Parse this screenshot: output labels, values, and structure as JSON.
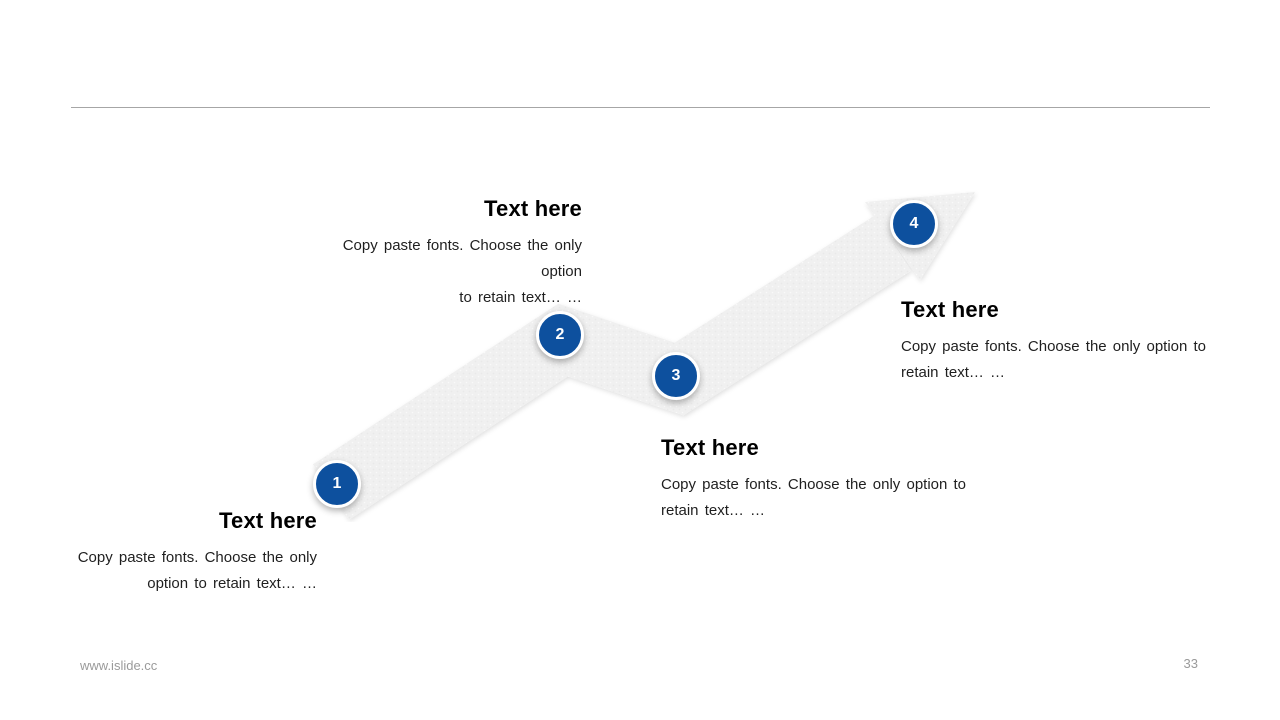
{
  "footer": {
    "website": "www.islide.cc",
    "page_number": "33"
  },
  "colors": {
    "node_blue": "#0d509e",
    "band_gray": "#f0f0f0",
    "divider_gray": "#a6a6a6",
    "footer_gray": "#9a9a9a"
  },
  "steps": [
    {
      "number": "1",
      "title": "Text here",
      "lines": [
        "Copy paste fonts. Choose the only",
        "option to retain text… …"
      ]
    },
    {
      "number": "2",
      "title": "Text here",
      "lines": [
        "Copy paste fonts. Choose the only option",
        "to retain text… …"
      ]
    },
    {
      "number": "3",
      "title": "Text here",
      "lines": [
        "Copy paste fonts. Choose the only option to",
        "retain text… …"
      ]
    },
    {
      "number": "4",
      "title": "Text here",
      "lines": [
        "Copy paste fonts. Choose the only option to",
        "retain text… …"
      ]
    }
  ]
}
